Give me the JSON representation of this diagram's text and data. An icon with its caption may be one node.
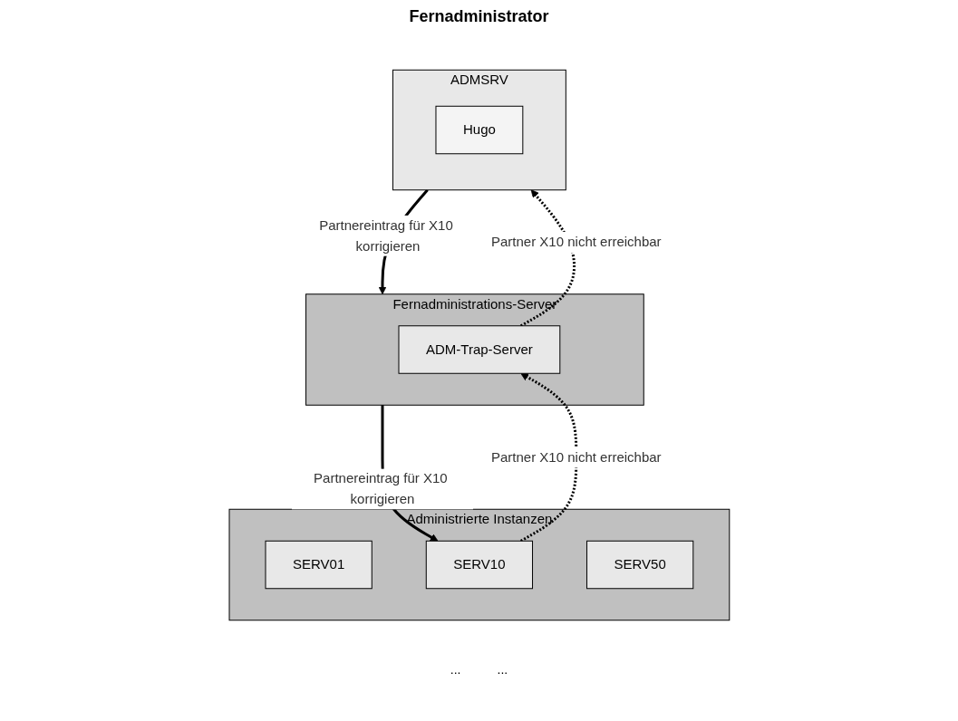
{
  "diagram": {
    "title": "Fernadministrator",
    "nodes": [
      {
        "text": [
          "ADMSRV"
        ]
      },
      {
        "text": [
          "Hugo"
        ],
        "in": 0
      },
      {
        "text": [
          "Fernadministrations-Server"
        ]
      },
      {
        "text": [
          "ADM-Trap-Server"
        ],
        "in": 2
      },
      {
        "text": [
          "Administrierte Instanzen"
        ]
      },
      {
        "text": [
          "SERV01"
        ],
        "in": 4
      },
      {
        "text": [
          "SERV10"
        ],
        "in": 4
      },
      {
        "text": [
          "SERV50"
        ],
        "in": 4
      }
    ],
    "edges": [
      {
        "from": 3,
        "to": 0,
        "arrow": "to",
        "style": "dashed",
        "label": "Partner X10 nicht erreichbar"
      },
      {
        "from": 0,
        "to": 2,
        "arrow": "to",
        "label": "Partnereintrag für X10 korrigieren"
      },
      {
        "from": 6,
        "to": 3,
        "arrow": "to",
        "style": "dashed",
        "label": "Partner X10 nicht erreichbar"
      },
      {
        "from": 2,
        "to": 6,
        "arrow": "to",
        "label": "Partnereintrag für X10 korrigieren"
      }
    ],
    "labels": [
      "...",
      "..."
    ]
  }
}
